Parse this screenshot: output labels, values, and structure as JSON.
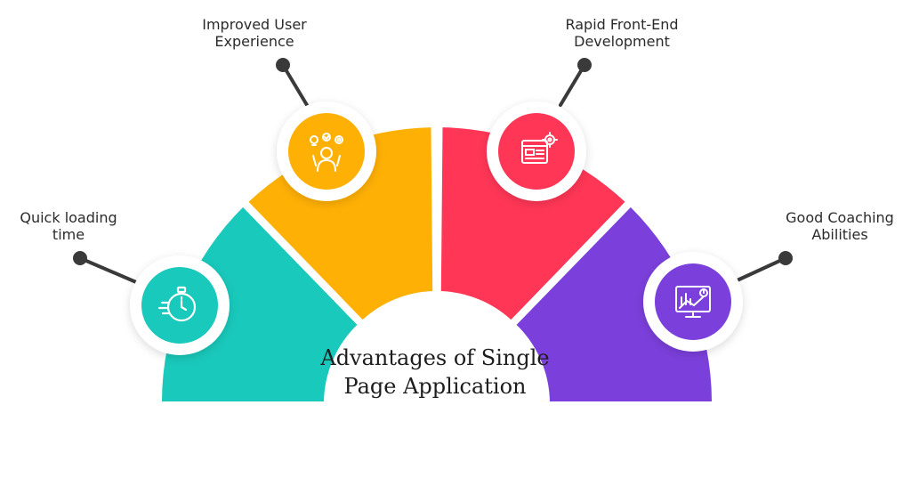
{
  "title": {
    "line1": "Advantages of Single",
    "line2": "Page Application"
  },
  "segments": [
    {
      "id": "quick-loading",
      "label_line1": "Quick loading",
      "label_line2": "time",
      "color": "#19C9BB",
      "icon": "stopwatch-icon"
    },
    {
      "id": "user-experience",
      "label_line1": "Improved User",
      "label_line2": "Experience",
      "color": "#FFB005",
      "icon": "user-ideas-icon"
    },
    {
      "id": "front-end",
      "label_line1": "Rapid Front-End",
      "label_line2": "Development",
      "color": "#FF3656",
      "icon": "browser-gear-icon"
    },
    {
      "id": "coaching",
      "label_line1": "Good Coaching",
      "label_line2": "Abilities",
      "color": "#7B3FDB",
      "icon": "monitor-chart-icon"
    }
  ],
  "colors": {
    "connector": "#3a3a3a",
    "circle_bg": "#ffffff",
    "text": "#2b2b2b"
  }
}
